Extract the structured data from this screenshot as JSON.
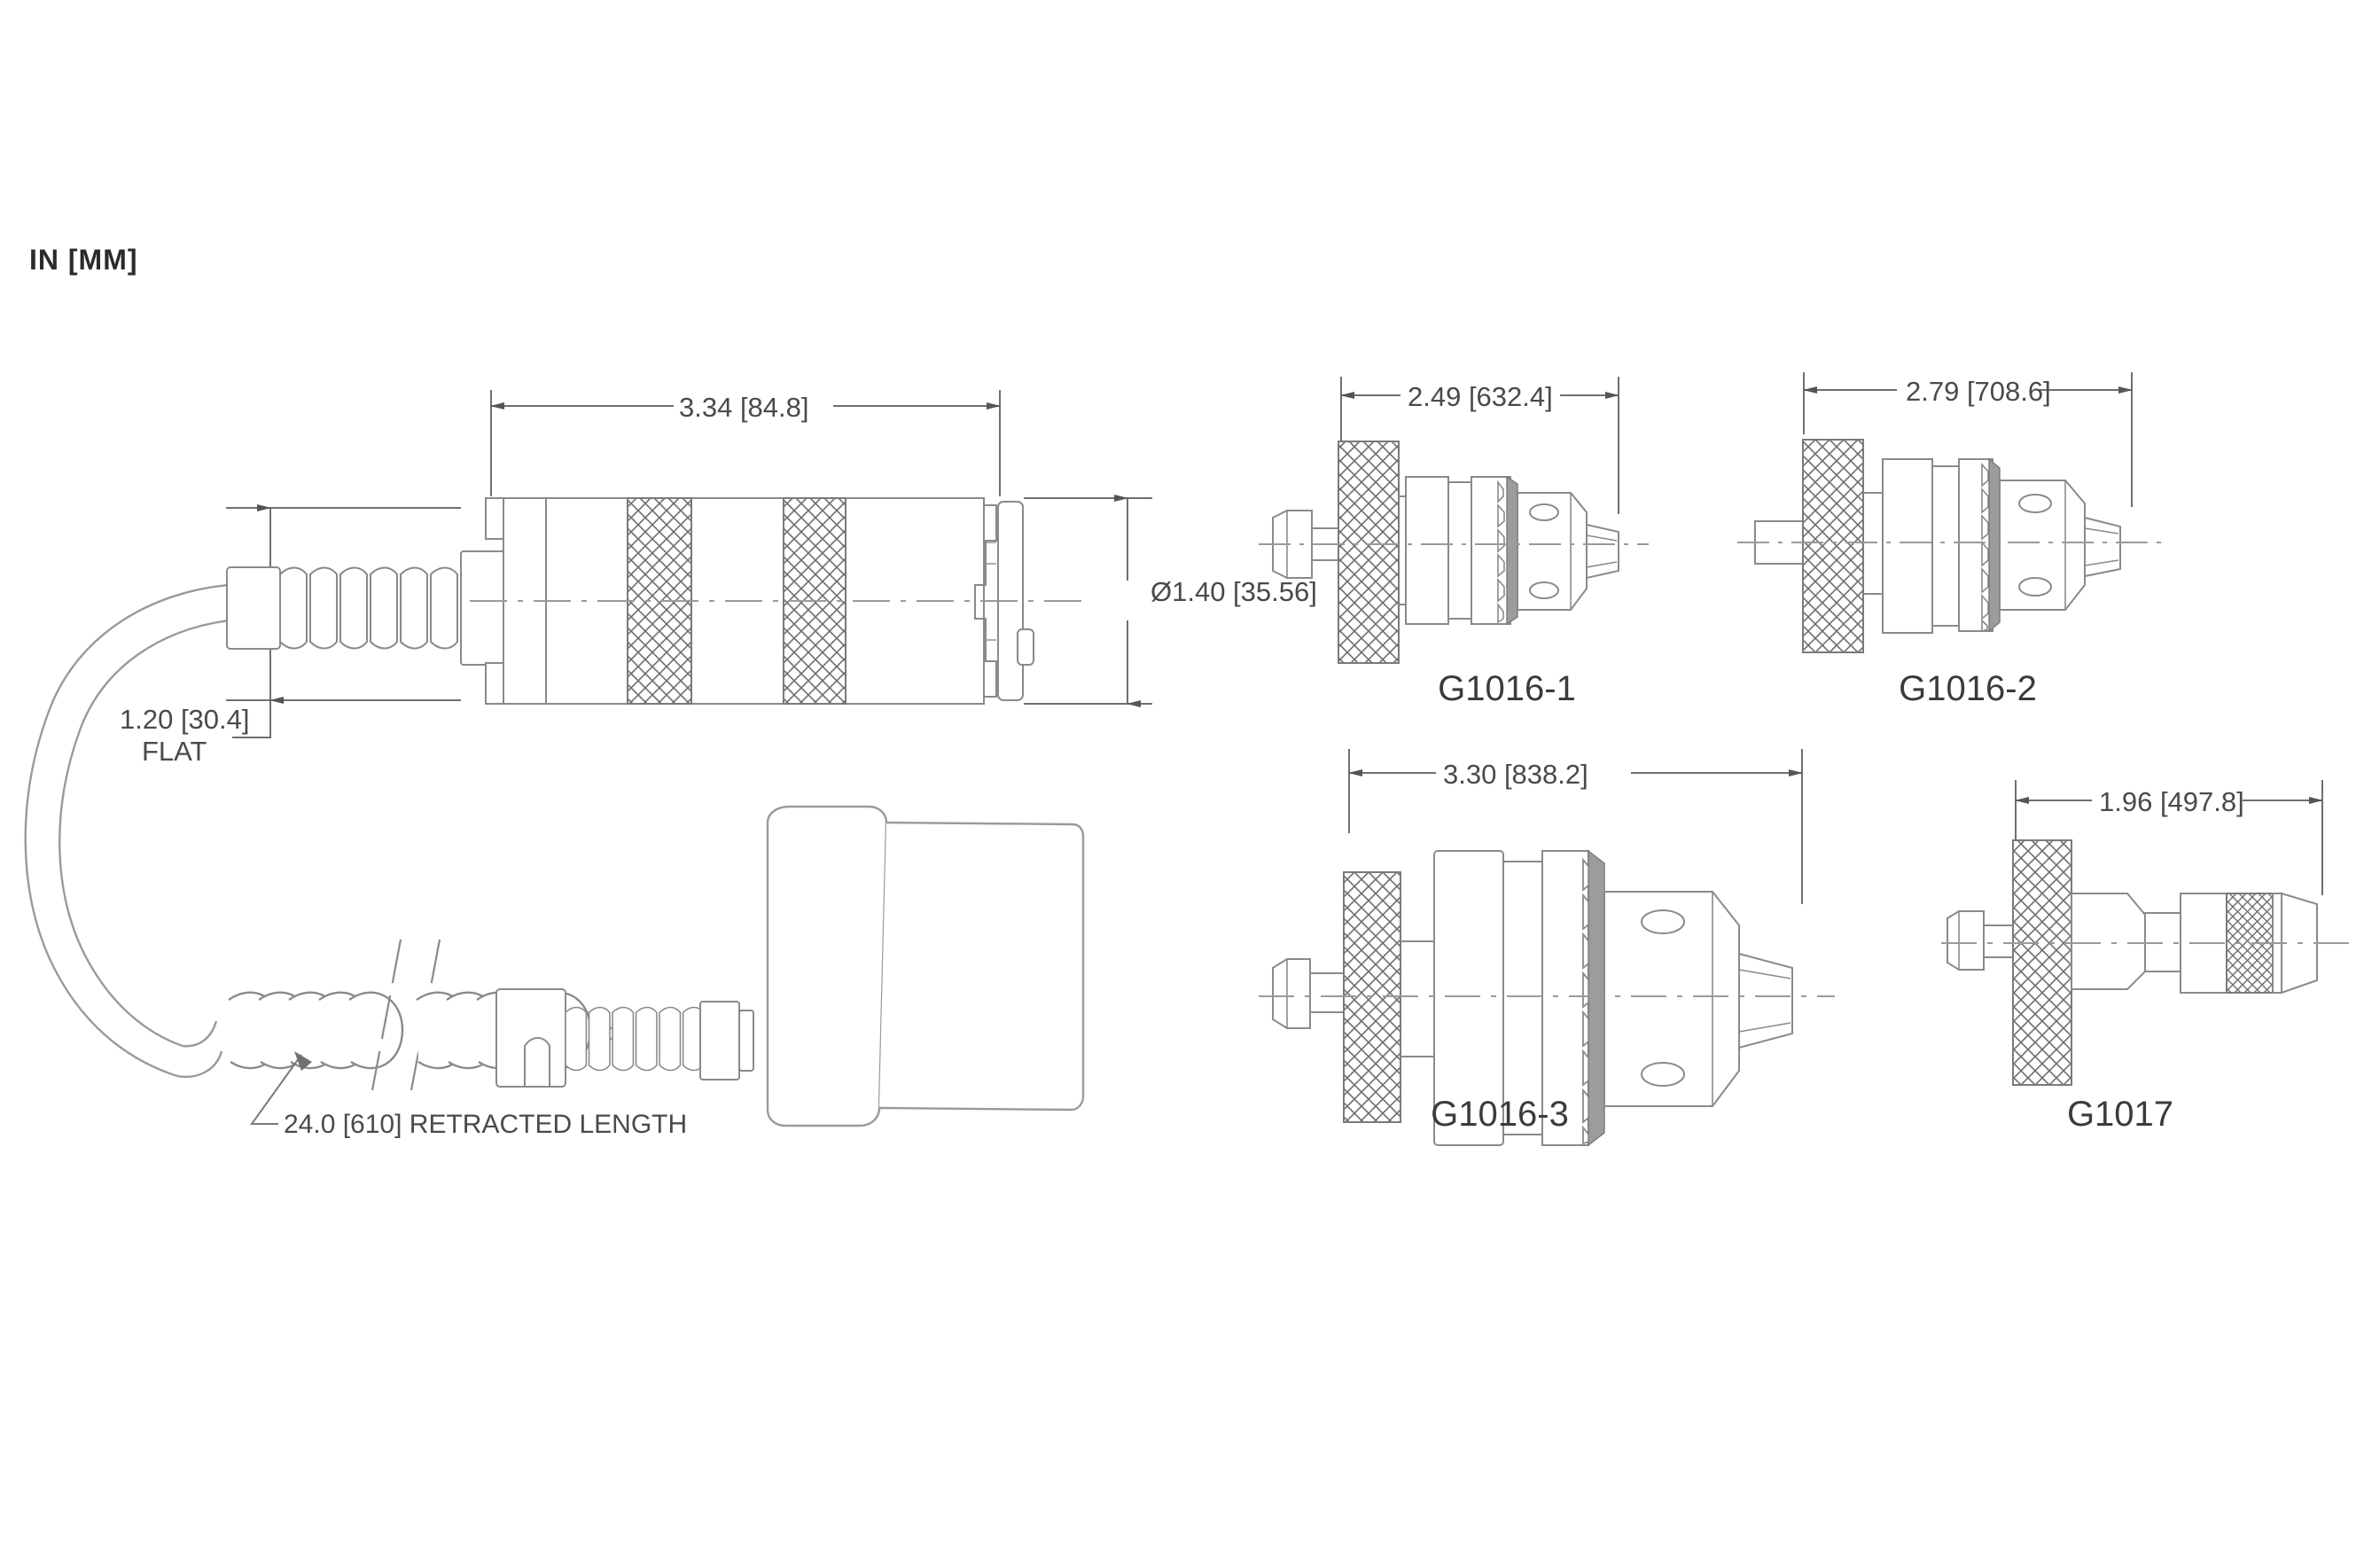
{
  "page": {
    "units_title": "IN [MM]",
    "background": "#ffffff",
    "line_color": "#808080",
    "text_color": "#4a4a4a"
  },
  "main_view": {
    "name": "handpiece-assembly",
    "dimensions": {
      "body_length": "3.34 [84.8]",
      "body_diameter": "Ø1.40 [35.56]",
      "strain_relief_flat": "1.20 [30.4]",
      "strain_relief_flat_note": "FLAT"
    }
  },
  "cord_view": {
    "name": "coiled-cord-assembly",
    "note": "24.0 [610] RETRACTED LENGTH"
  },
  "attachments": [
    {
      "id": "g1016-1",
      "label": "G1016-1",
      "dimension": "2.49 [632.4]"
    },
    {
      "id": "g1016-2",
      "label": "G1016-2",
      "dimension": "2.79 [708.6]"
    },
    {
      "id": "g1016-3",
      "label": "G1016-3",
      "dimension": "3.30 [838.2]"
    },
    {
      "id": "g1017",
      "label": "G1017",
      "dimension": "1.96 [497.8]"
    }
  ]
}
